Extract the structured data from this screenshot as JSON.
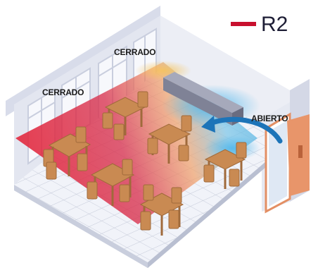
{
  "legend": {
    "label": "R2",
    "color": "#c8102e"
  },
  "labels": {
    "window_top": "CERRADO",
    "window_left": "CERRADO",
    "door": "ABIERTO"
  },
  "colors": {
    "air_cool": "#3fa9e0",
    "air_warm": "#e2263c",
    "airflow_arrow": "#1d74b8",
    "furniture": "#c98a52",
    "door": "#e8956a",
    "floor_tile": "#eef1f8",
    "wall": "#e7eaf3"
  }
}
